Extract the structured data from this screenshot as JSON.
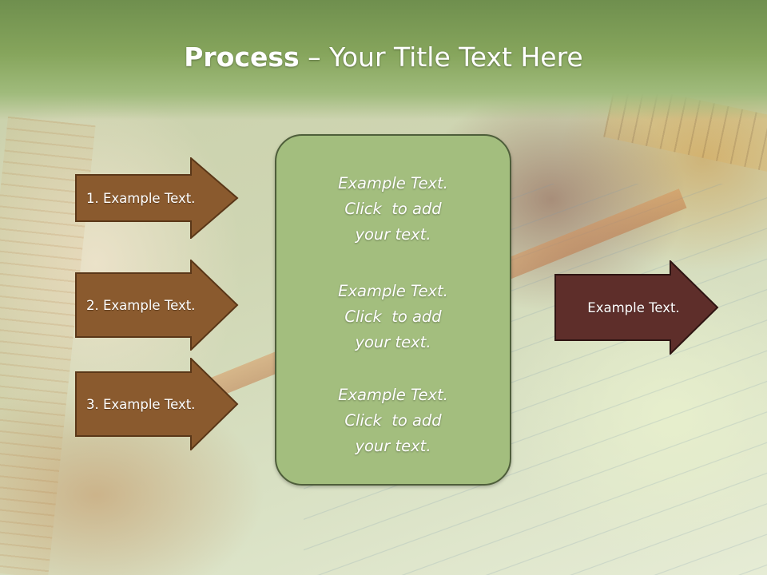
{
  "title": {
    "bold": "Process",
    "rest": " – Your Title Text Here"
  },
  "colors": {
    "title_band": "#86a55c",
    "step_arrow_fill": "#8a5a2e",
    "output_arrow_fill": "#5e2e2a",
    "center_box_fill": "#a3be7e",
    "text": "#ffffff"
  },
  "steps": [
    {
      "label": "1. Example Text."
    },
    {
      "label": "2. Example Text."
    },
    {
      "label": "3. Example Text."
    }
  ],
  "center_box": {
    "blocks": [
      {
        "lines": [
          "Example Text.",
          "Click  to add",
          "your text."
        ]
      },
      {
        "lines": [
          "Example Text.",
          "Click  to add",
          "your text."
        ]
      },
      {
        "lines": [
          "Example Text.",
          "Click  to add",
          "your text."
        ]
      }
    ]
  },
  "output": {
    "label": "Example Text."
  }
}
